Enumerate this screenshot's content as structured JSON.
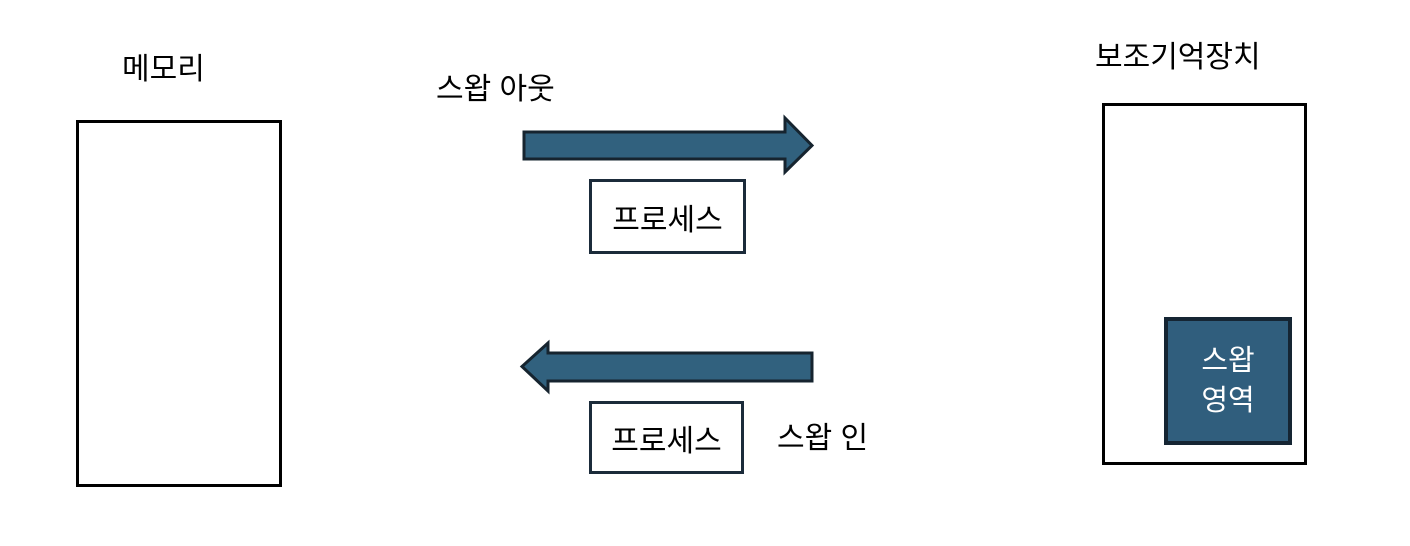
{
  "diagram": {
    "memory_label": "메모리",
    "swap_out_label": "스왑 아웃",
    "process_label_top": "프로세스",
    "process_label_bottom": "프로세스",
    "swap_in_label": "스왑 인",
    "storage_label": "보조기억장치",
    "swap_area_line1": "스왑",
    "swap_area_line2": "영역",
    "colors": {
      "arrow_fill": "#31617E",
      "arrow_stroke": "#16242F",
      "box_stroke": "#000000",
      "process_stroke": "#1B2B3A",
      "swap_area_fill": "#305E7D",
      "swap_area_stroke": "#152533",
      "swap_area_text": "#FFFFFF"
    }
  }
}
